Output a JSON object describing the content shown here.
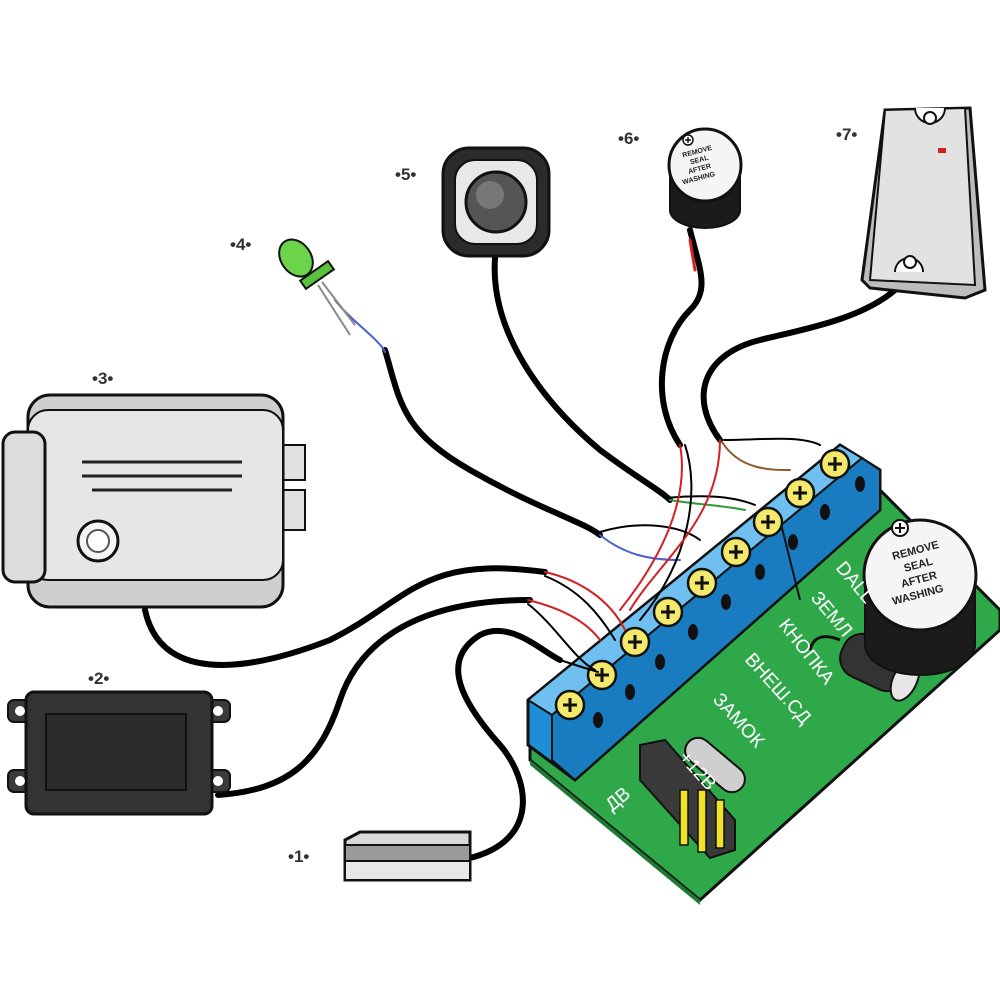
{
  "callouts": {
    "n1": "•1•",
    "n2": "•2•",
    "n3": "•3•",
    "n4": "•4•",
    "n5": "•5•",
    "n6": "•6•",
    "n7": "•7•"
  },
  "board_labels": {
    "dv": "ДВ",
    "plus12": "+12В",
    "zamok": "ЗАМОК",
    "vnesh_sd": "ВНЕШ.СД",
    "knopka": "КНОПКА",
    "zeml": "ЗЕМЛ",
    "dall": "DALL"
  },
  "buzzer_seal": {
    "line1": "REMOVE",
    "line2": "SEAL",
    "line3": "AFTER",
    "line4": "WASHING"
  },
  "colors": {
    "board_green": "#2fa84a",
    "terminal_blue": "#1e8fd6",
    "screw_yellow": "#f4e96a",
    "wire_red": "#d42020",
    "wire_green": "#2e9a3a",
    "wire_blue": "#4a5fd0",
    "wire_brown": "#8b5a2b",
    "led_green": "#6cd44a",
    "device_grey": "#d9d9d9"
  },
  "icons": {
    "screw": "plus-screw-icon",
    "plus_mark": "plus-icon"
  }
}
